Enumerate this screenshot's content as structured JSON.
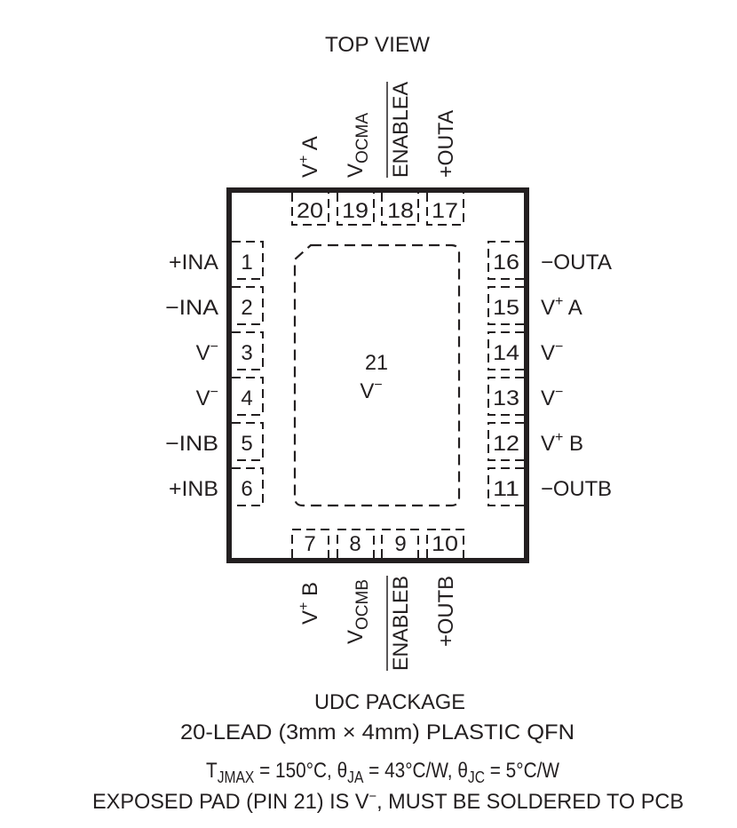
{
  "diagram": {
    "title": "TOP VIEW",
    "package": {
      "name": "UDC PACKAGE",
      "description": "20-LEAD (3mm × 4mm) PLASTIC QFN",
      "thermal": {
        "t_label": "T",
        "t_sub": "JMAX",
        "t_value": " = 150°C, ",
        "ja_label": "θ",
        "ja_sub": "JA",
        "ja_value": " = 43°C/W, ",
        "jc_label": "θ",
        "jc_sub": "JC",
        "jc_value": " = 5°C/W"
      },
      "note_pre": "EXPOSED PAD (PIN 21) IS V",
      "note_sup": "−",
      "note_post": ", MUST BE SOLDERED TO PCB"
    },
    "exposed_pad": {
      "number": "21",
      "label": "V",
      "label_sup": "−"
    },
    "pins_left": [
      {
        "number": "1",
        "label": "+INA"
      },
      {
        "number": "2",
        "label": "−INA"
      },
      {
        "number": "3",
        "label": "V",
        "sup": "−"
      },
      {
        "number": "4",
        "label": "V",
        "sup": "−"
      },
      {
        "number": "5",
        "label": "−INB"
      },
      {
        "number": "6",
        "label": "+INB"
      }
    ],
    "pins_right": [
      {
        "number": "16",
        "label": "−OUTA"
      },
      {
        "number": "15",
        "label": "V",
        "sup": "+",
        "suffix": " A"
      },
      {
        "number": "14",
        "label": "V",
        "sup": "−"
      },
      {
        "number": "13",
        "label": "V",
        "sup": "−"
      },
      {
        "number": "12",
        "label": "V",
        "sup": "+",
        "suffix": " B"
      },
      {
        "number": "11",
        "label": "−OUTB"
      }
    ],
    "pins_top": [
      {
        "number": "20",
        "label": "V",
        "sup": "+",
        "suffix": " A"
      },
      {
        "number": "19",
        "label": "V",
        "sub": "OCMA"
      },
      {
        "number": "18",
        "label": "ENABLEA",
        "overline": true
      },
      {
        "number": "17",
        "label": "+OUTA"
      }
    ],
    "pins_bottom": [
      {
        "number": "7",
        "label": "V",
        "sup": "+",
        "suffix": " B"
      },
      {
        "number": "8",
        "label": "V",
        "sub": "OCMB"
      },
      {
        "number": "9",
        "label": "ENABLEB",
        "overline": true
      },
      {
        "number": "10",
        "label": "+OUTB"
      }
    ],
    "colors": {
      "ink": "#231f20",
      "background": "#ffffff"
    }
  }
}
